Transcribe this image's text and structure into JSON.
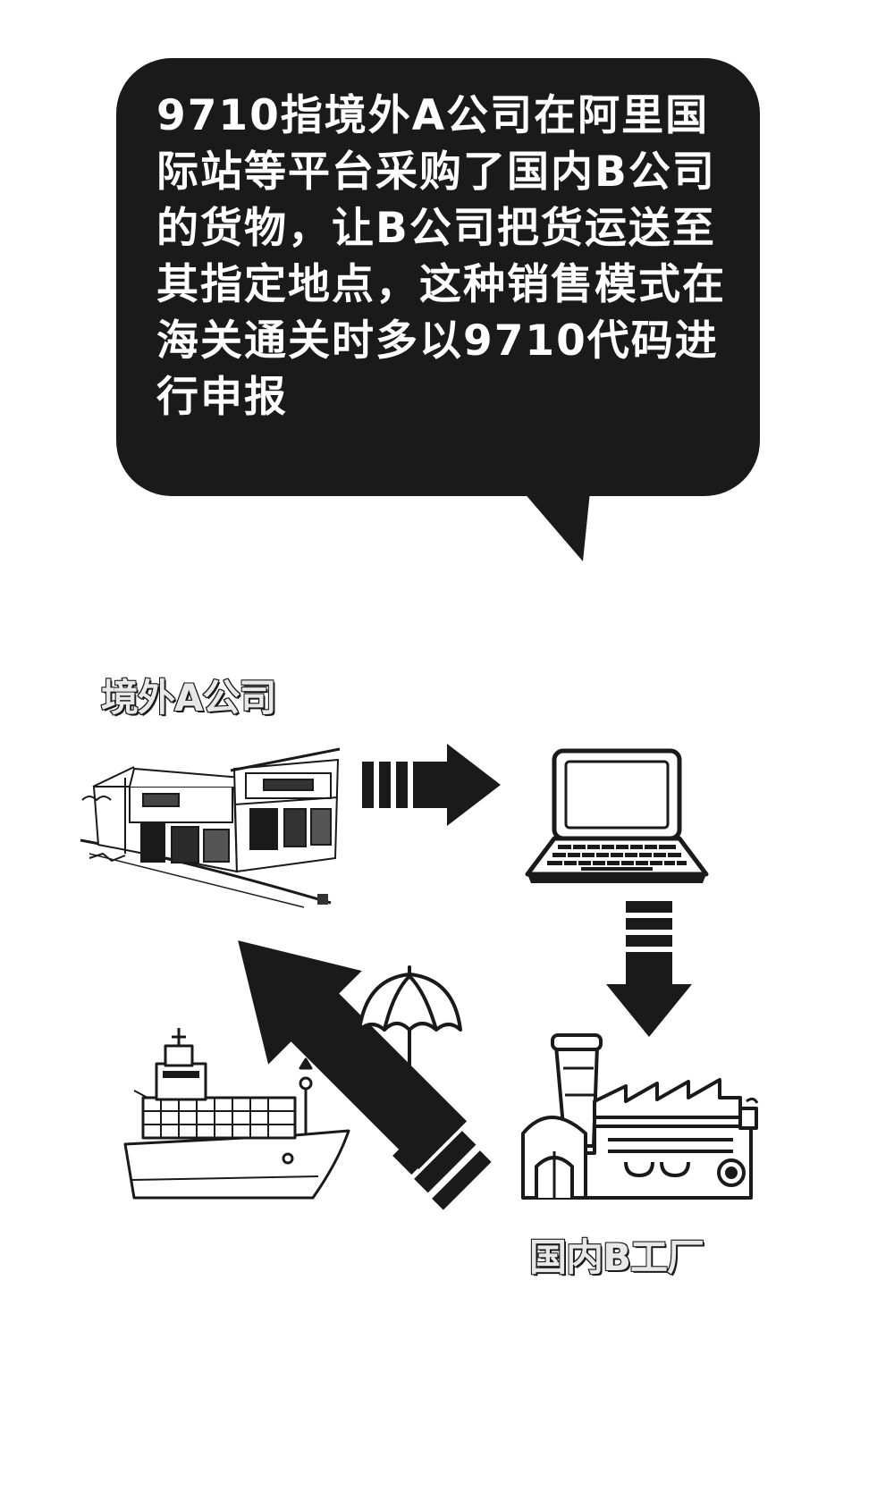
{
  "bubble": {
    "text": "9710指境外A公司在阿里国际站等平台采购了国内B公司的货物，让B公司把货运送至其指定地点，这种销售模式在海关通关时多以9710代码进行申报"
  },
  "nodes": {
    "overseas_company": "境外A公司",
    "domestic_factory": "国内B工厂"
  },
  "icons": {
    "storefront": "storefront-illustration",
    "laptop": "laptop-icon",
    "factory": "factory-icon",
    "ship": "cargo-ship-icon",
    "umbrella": "umbrella-icon"
  },
  "colors": {
    "bubble": "#1a1a1a",
    "arrow": "#1a1a1a",
    "background": "#ffffff"
  }
}
